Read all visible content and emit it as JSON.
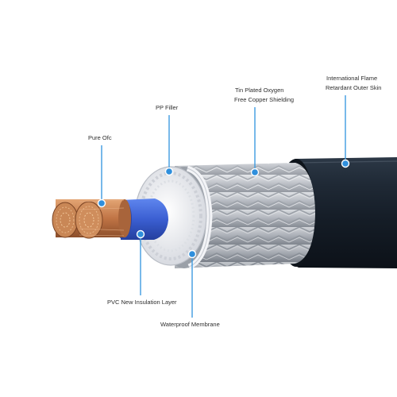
{
  "labels": {
    "pure_ofc": "Pure Ofc",
    "pp_filler": "PP Filler",
    "shielding_line1": "Tin Plated Oxygen",
    "shielding_line2": "Free Copper Shielding",
    "outer_skin_line1": "International Flame",
    "outer_skin_line2": "Retardant Outer Skin",
    "pvc_insulation": "PVC New Insulation Layer",
    "waterproof_membrane": "Waterproof Membrane"
  },
  "colors": {
    "outer_skin": "#1b2530",
    "shield": "#c9ccd2",
    "filler": "#f2f3f6",
    "insulation_blue": "#3f63d6",
    "copper": "#c57a48",
    "leader_line": "#3d9be0",
    "marker_dot": "#2f8fdc"
  }
}
